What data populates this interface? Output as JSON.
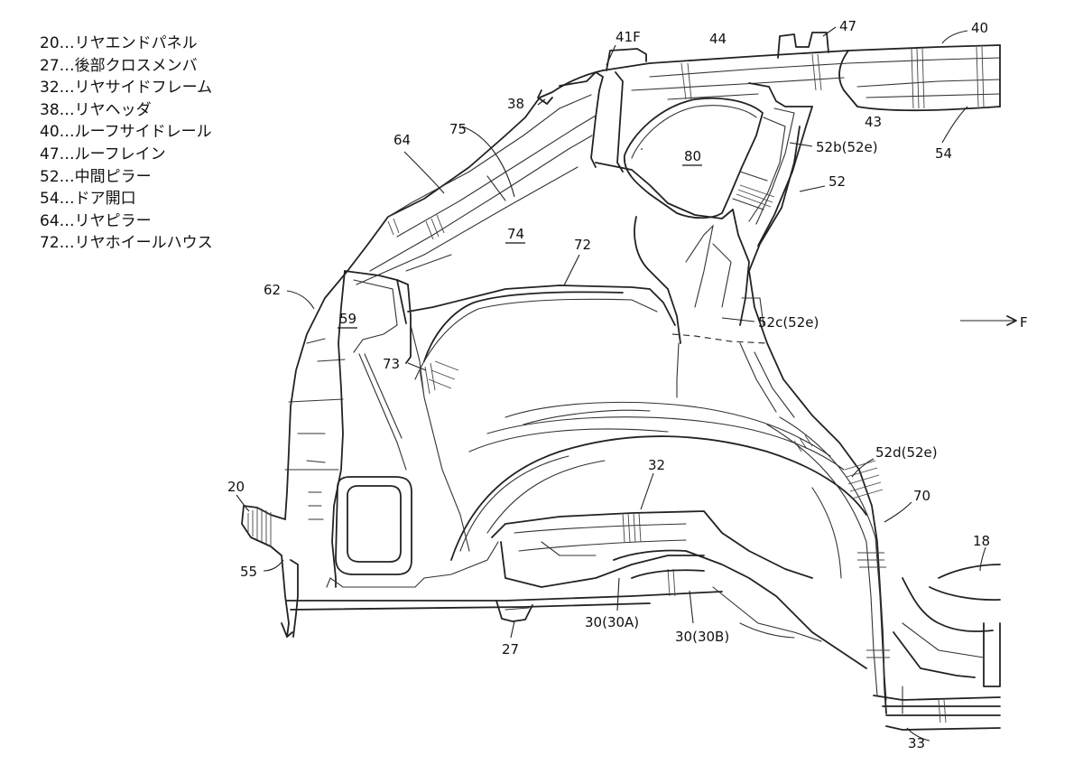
{
  "legend": [
    {
      "num": "20",
      "sep": "…",
      "name": "リヤエンドパネル"
    },
    {
      "num": "27",
      "sep": "…",
      "name": "後部クロスメンバ"
    },
    {
      "num": "32",
      "sep": "…",
      "name": "リヤサイドフレーム"
    },
    {
      "num": "38",
      "sep": "…",
      "name": "リヤヘッダ"
    },
    {
      "num": "40",
      "sep": "…",
      "name": "ルーフサイドレール"
    },
    {
      "num": "47",
      "sep": "…",
      "name": "ルーフレイン"
    },
    {
      "num": "52",
      "sep": "…",
      "name": "中間ピラー"
    },
    {
      "num": "54",
      "sep": "…",
      "name": "ドア開口"
    },
    {
      "num": "64",
      "sep": "…",
      "name": "リヤピラー"
    },
    {
      "num": "72",
      "sep": "…",
      "name": "リヤホイールハウス"
    }
  ],
  "labels": {
    "l41F": "41F",
    "l47": "47",
    "l40": "40",
    "l44": "44",
    "l43": "43",
    "l54": "54",
    "l38": "38",
    "l75": "75",
    "l64": "64",
    "l80": "80",
    "l52b": "52b(52e)",
    "l52": "52",
    "l74": "74",
    "l72": "72",
    "l62": "62",
    "l59": "59",
    "l52c": "52c(52e)",
    "lF": "F",
    "l73": "73",
    "l52d": "52d(52e)",
    "l20": "20",
    "l32": "32",
    "l70": "70",
    "l18": "18",
    "l55": "55",
    "l30A": "30(30A)",
    "l30B": "30(30B)",
    "l27": "27",
    "l33": "33"
  },
  "colors": {
    "line": "#222222",
    "text": "#111111",
    "background": "#ffffff"
  }
}
